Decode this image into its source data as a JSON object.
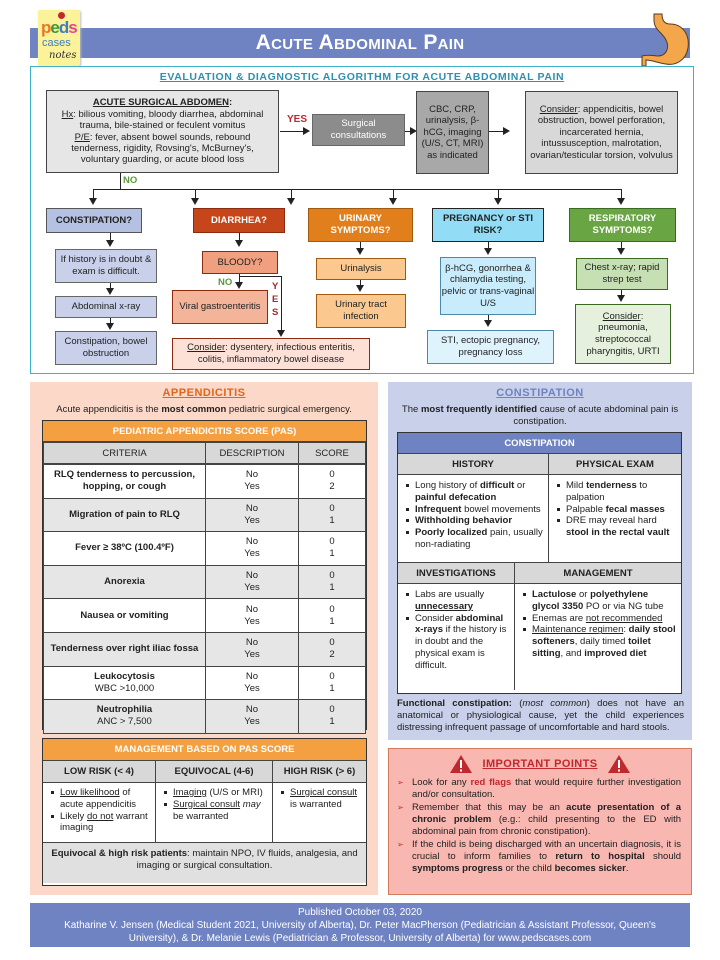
{
  "header": {
    "title": "Acute Abdominal Pain",
    "logo": {
      "line1": "peds",
      "line2": "cases",
      "line3": "notes"
    },
    "accent_color": "#6f83c2"
  },
  "algorithm": {
    "title": "EVALUATION  & DIAGNOSTIC  ALGORITHM  FOR  ACUTE  ABDOMINAL  PAIN",
    "surgical_box": {
      "heading": "ACUTE  SURGICAL ABDOMEN",
      "hx_label": "Hx",
      "hx_text": ": bilious vomiting, bloody diarrhea, abdominal trauma, bile-stained or feculent vomitus",
      "pe_label": "P/E",
      "pe_text": ": fever, absent bowel sounds, rebound tenderness, rigidity, Rovsing's, McBurney's, voluntary guarding, or acute blood loss"
    },
    "yes_label": "YES",
    "no_label": "NO",
    "surgical_consult": "Surgical consultations",
    "workup": "CBC, CRP, urinalysis, β-hCG, imaging (U/S, CT, MRI) as indicated",
    "consider_label": "Consider",
    "consider_text": ": appendicitis, bowel obstruction, bowel perforation, incarcerated hernia, intussusception, malrotation, ovarian/testicular torsion, volvulus",
    "branches": {
      "constipation": {
        "q": "CONSTIPATION?",
        "s1": "If history is in doubt & exam is difficult.",
        "s2": "Abdominal x-ray",
        "s3": "Constipation, bowel obstruction"
      },
      "diarrhea": {
        "q": "DIARRHEA?",
        "bloody": "BLOODY?",
        "no": "NO",
        "yes": "YES",
        "viral": "Viral gastroenteritis",
        "consider_label": "Consider",
        "consider_text": ": dysentery, infectious enteritis, colitis, inflammatory bowel disease"
      },
      "urinary": {
        "q": "URINARY SYMPTOMS?",
        "s1": "Urinalysis",
        "s2": "Urinary tract infection"
      },
      "pregnancy": {
        "q": "PREGNANCY or STI RISK?",
        "s1": "β-hCG, gonorrhea & chlamydia testing, pelvic or trans-vaginal U/S",
        "s2": "STI, ectopic pregnancy, pregnancy loss"
      },
      "respiratory": {
        "q": "RESPIRATORY SYMPTOMS?",
        "s1": "Chest x-ray; rapid strep test",
        "consider_label": "Consider",
        "s2": "pneumonia, streptococcal pharyngitis, URTI"
      }
    }
  },
  "appendicitis": {
    "title": "APPENDICITIS",
    "intro_pre": "Acute appendicitis is the ",
    "intro_bold": "most common",
    "intro_post": " pediatric surgical emergency.",
    "pas": {
      "title": "PEDIATRIC APPENDICITIS SCORE (PAS)",
      "headers": [
        "CRITERIA",
        "DESCRIPTION",
        "SCORE"
      ],
      "rows": [
        {
          "c": "RLQ tenderness to percussion, hopping, or cough",
          "sub": "",
          "d1": "No",
          "d2": "Yes",
          "s1": "0",
          "s2": "2"
        },
        {
          "c": "Migration of pain to RLQ",
          "sub": "",
          "d1": "No",
          "d2": "Yes",
          "s1": "0",
          "s2": "1"
        },
        {
          "c": "Fever ≥ 38ºC (100.4ºF)",
          "sub": "",
          "d1": "No",
          "d2": "Yes",
          "s1": "0",
          "s2": "1"
        },
        {
          "c": "Anorexia",
          "sub": "",
          "d1": "No",
          "d2": "Yes",
          "s1": "0",
          "s2": "1"
        },
        {
          "c": "Nausea or vomiting",
          "sub": "",
          "d1": "No",
          "d2": "Yes",
          "s1": "0",
          "s2": "1"
        },
        {
          "c": "Tenderness over right iliac fossa",
          "sub": "",
          "d1": "No",
          "d2": "Yes",
          "s1": "0",
          "s2": "2"
        },
        {
          "c": "Leukocytosis",
          "sub": "WBC >10,000",
          "d1": "No",
          "d2": "Yes",
          "s1": "0",
          "s2": "1"
        },
        {
          "c": "Neutrophilia",
          "sub": "ANC > 7,500",
          "d1": "No",
          "d2": "Yes",
          "s1": "0",
          "s2": "1"
        }
      ]
    },
    "management": {
      "title": "MANAGEMENT BASED ON PAS SCORE",
      "headers": [
        "LOW RISK (< 4)",
        "EQUIVOCAL (4-6)",
        "HIGH RISK (> 6)"
      ],
      "low": {
        "a_u": "Low likelihood",
        "a": " of acute appendicitis",
        "b_pre": "Likely ",
        "b_u": "do not",
        "b": " warrant imaging"
      },
      "equivocal": {
        "a_u": "Imaging",
        "a": " (U/S or MRI)",
        "b_u": "Surgical consult",
        "b_i": "may",
        "b": " be warranted"
      },
      "high": {
        "a_u": "Surgical consult",
        "a": " is warranted"
      },
      "footer_bold": "Equivocal & high risk patients",
      "footer_text": ": maintain NPO, IV fluids, analgesia, and imaging or surgical consultation."
    }
  },
  "constipation": {
    "title": "CONSTIPATION",
    "intro_pre": "The ",
    "intro_bold": "most frequently identified",
    "intro_post": " cause of acute abdominal pain is constipation.",
    "table_title": "CONSTIPATION",
    "history_h": "HISTORY",
    "exam_h": "PHYSICAL EXAM",
    "invest_h": "INVESTIGATIONS",
    "mgmt_h": "MANAGEMENT",
    "functional_bold": "Functional constipation:",
    "functional_italic": "most common",
    "functional_text": " does not have an anatomical or physiological cause, yet the child experiences distressing infrequent passage of uncomfortable and hard stools."
  },
  "important": {
    "title": "IMPORTANT  POINTS",
    "p1_pre": "Look for any ",
    "p1_red": "red flags",
    "p1_post": " that would require further investigation and/or consultation.",
    "p2_pre": "Remember that this may be an ",
    "p2_bold": "acute presentation of a chronic problem",
    "p2_post": " (e.g.: child presenting to the ED with abdominal pain from chronic constipation).",
    "p3_pre": "If the child is being discharged with an uncertain diagnosis, it is crucial to inform families to ",
    "p3_bold1": "return to hospital",
    "p3_mid": " should ",
    "p3_bold2": "symptoms progress",
    "p3_mid2": " or the child ",
    "p3_bold3": "becomes sicker",
    "p3_end": "."
  },
  "footer": {
    "published": "Published  October 03, 2020",
    "authors": "Katharine V. Jensen (Medical Student 2021, University of Alberta), Dr. Peter MacPherson (Pediatrician & Assistant Professor, Queen's University), & Dr. Melanie Lewis (Pediatrician & Professor, University of Alberta) for www.pedscases.com"
  }
}
